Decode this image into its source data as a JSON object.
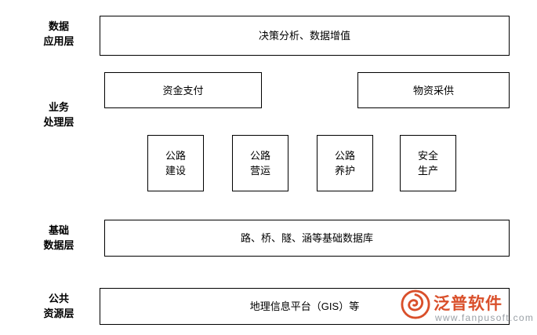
{
  "diagram": {
    "layers": [
      {
        "label": "数据\n应用层"
      },
      {
        "label": "业务\n处理层"
      },
      {
        "label": "基础\n数据层"
      },
      {
        "label": "公共\n资源层"
      }
    ],
    "boxes": {
      "application": "决策分析、数据增值",
      "business_top": [
        "资金支付",
        "物资采供"
      ],
      "business_bottom": [
        "公路\n建设",
        "公路\n营运",
        "公路\n养护",
        "安全\n生产"
      ],
      "base_data": "路、桥、隧、涵等基础数据库",
      "public_resource": "地理信息平台（GIS）等"
    }
  },
  "watermark": {
    "title": "泛普软件",
    "subtitle": "www.fanpusoft.com",
    "brand_color": "#d94f2a",
    "subtitle_color": "#9aa0a6",
    "logo_icon": "swirl-logo-icon"
  }
}
